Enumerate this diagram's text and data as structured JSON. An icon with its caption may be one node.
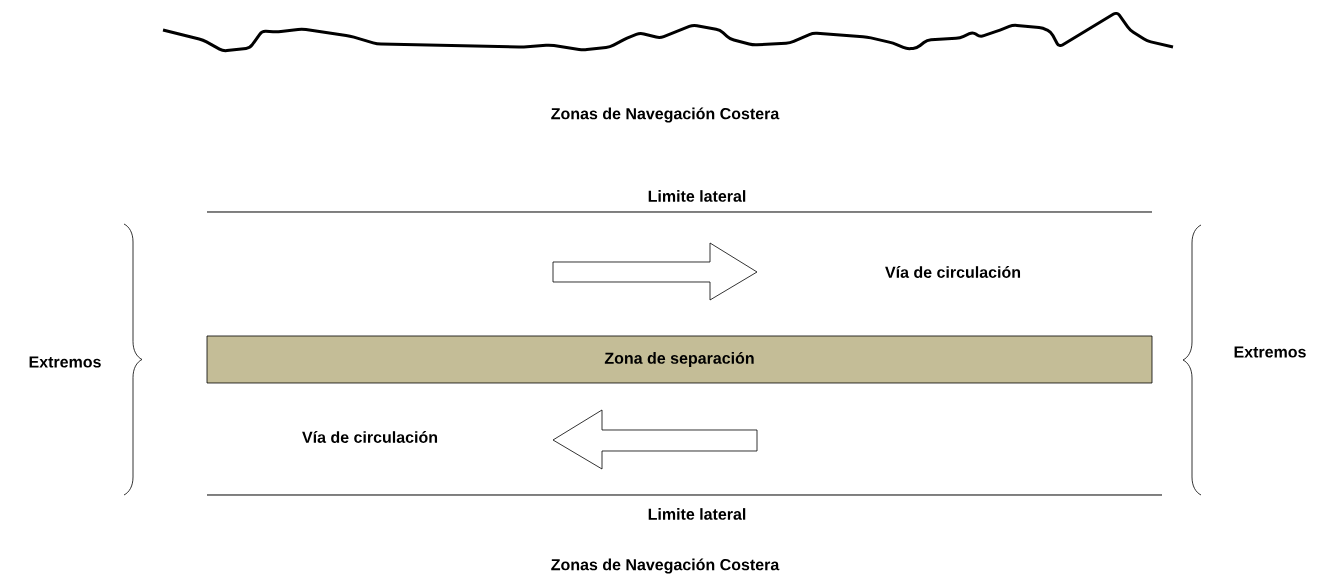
{
  "diagram": {
    "nodes": [
      {
        "text": [
          "Zona de separación"
        ]
      }
    ],
    "labels": [
      "Zonas de Navegación Costera",
      "Limite lateral",
      "Vía de circulación",
      "Extremos",
      "Extremos",
      "Vía de circulación",
      "Limite lateral",
      "Zonas de Navegación Costera"
    ]
  }
}
